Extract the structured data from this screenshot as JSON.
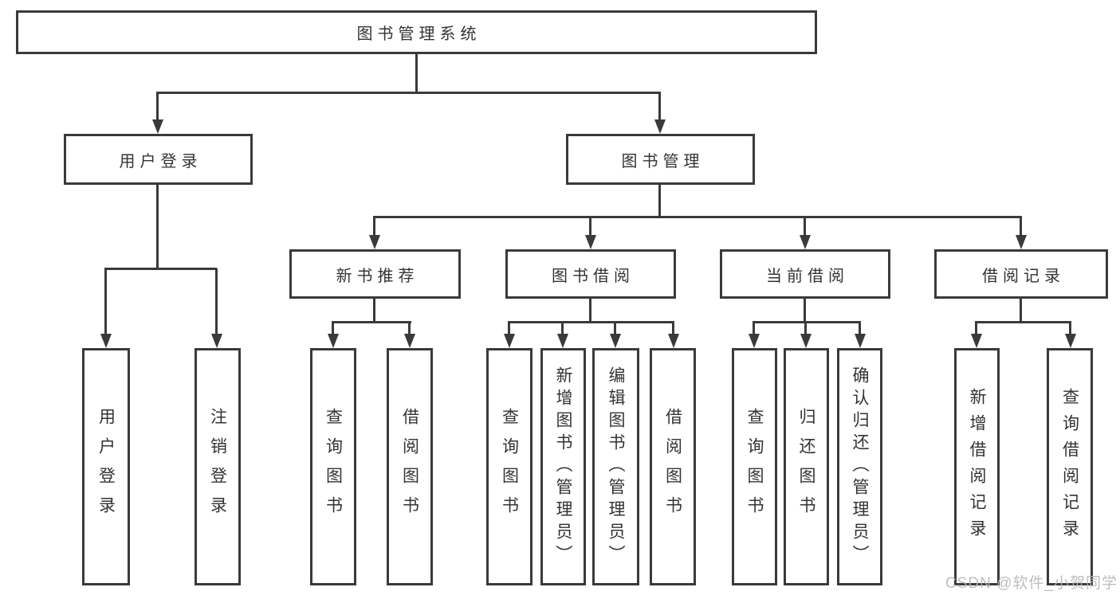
{
  "diagram": {
    "title": "图书管理系统",
    "level2": [
      {
        "label": "用户登录"
      },
      {
        "label": "图书管理"
      }
    ],
    "level3": [
      {
        "label": "新书推荐",
        "parent": "图书管理"
      },
      {
        "label": "图书借阅",
        "parent": "图书管理"
      },
      {
        "label": "当前借阅",
        "parent": "图书管理"
      },
      {
        "label": "借阅记录",
        "parent": "图书管理"
      }
    ],
    "leaves": [
      {
        "label": "用户登录",
        "parent": "用户登录"
      },
      {
        "label": "注销登录",
        "parent": "用户登录"
      },
      {
        "label": "查询图书",
        "parent": "新书推荐"
      },
      {
        "label": "借阅图书",
        "parent": "新书推荐"
      },
      {
        "label": "查询图书",
        "parent": "图书借阅"
      },
      {
        "label": "新增图书（管理员）",
        "parent": "图书借阅"
      },
      {
        "label": "编辑图书（管理员）",
        "parent": "图书借阅"
      },
      {
        "label": "借阅图书",
        "parent": "图书借阅"
      },
      {
        "label": "查询图书",
        "parent": "当前借阅"
      },
      {
        "label": "归还图书",
        "parent": "当前借阅"
      },
      {
        "label": "确认归还（管理员）",
        "parent": "当前借阅"
      },
      {
        "label": "新增借阅记录",
        "parent": "借阅记录"
      },
      {
        "label": "查询借阅记录",
        "parent": "借阅记录"
      }
    ],
    "watermark": "CSDN @软件_小贺同学"
  },
  "palette": {
    "line": "#3a3a3a",
    "text": "#333333",
    "background": "#ffffff",
    "watermark": "#b7b7b7"
  }
}
